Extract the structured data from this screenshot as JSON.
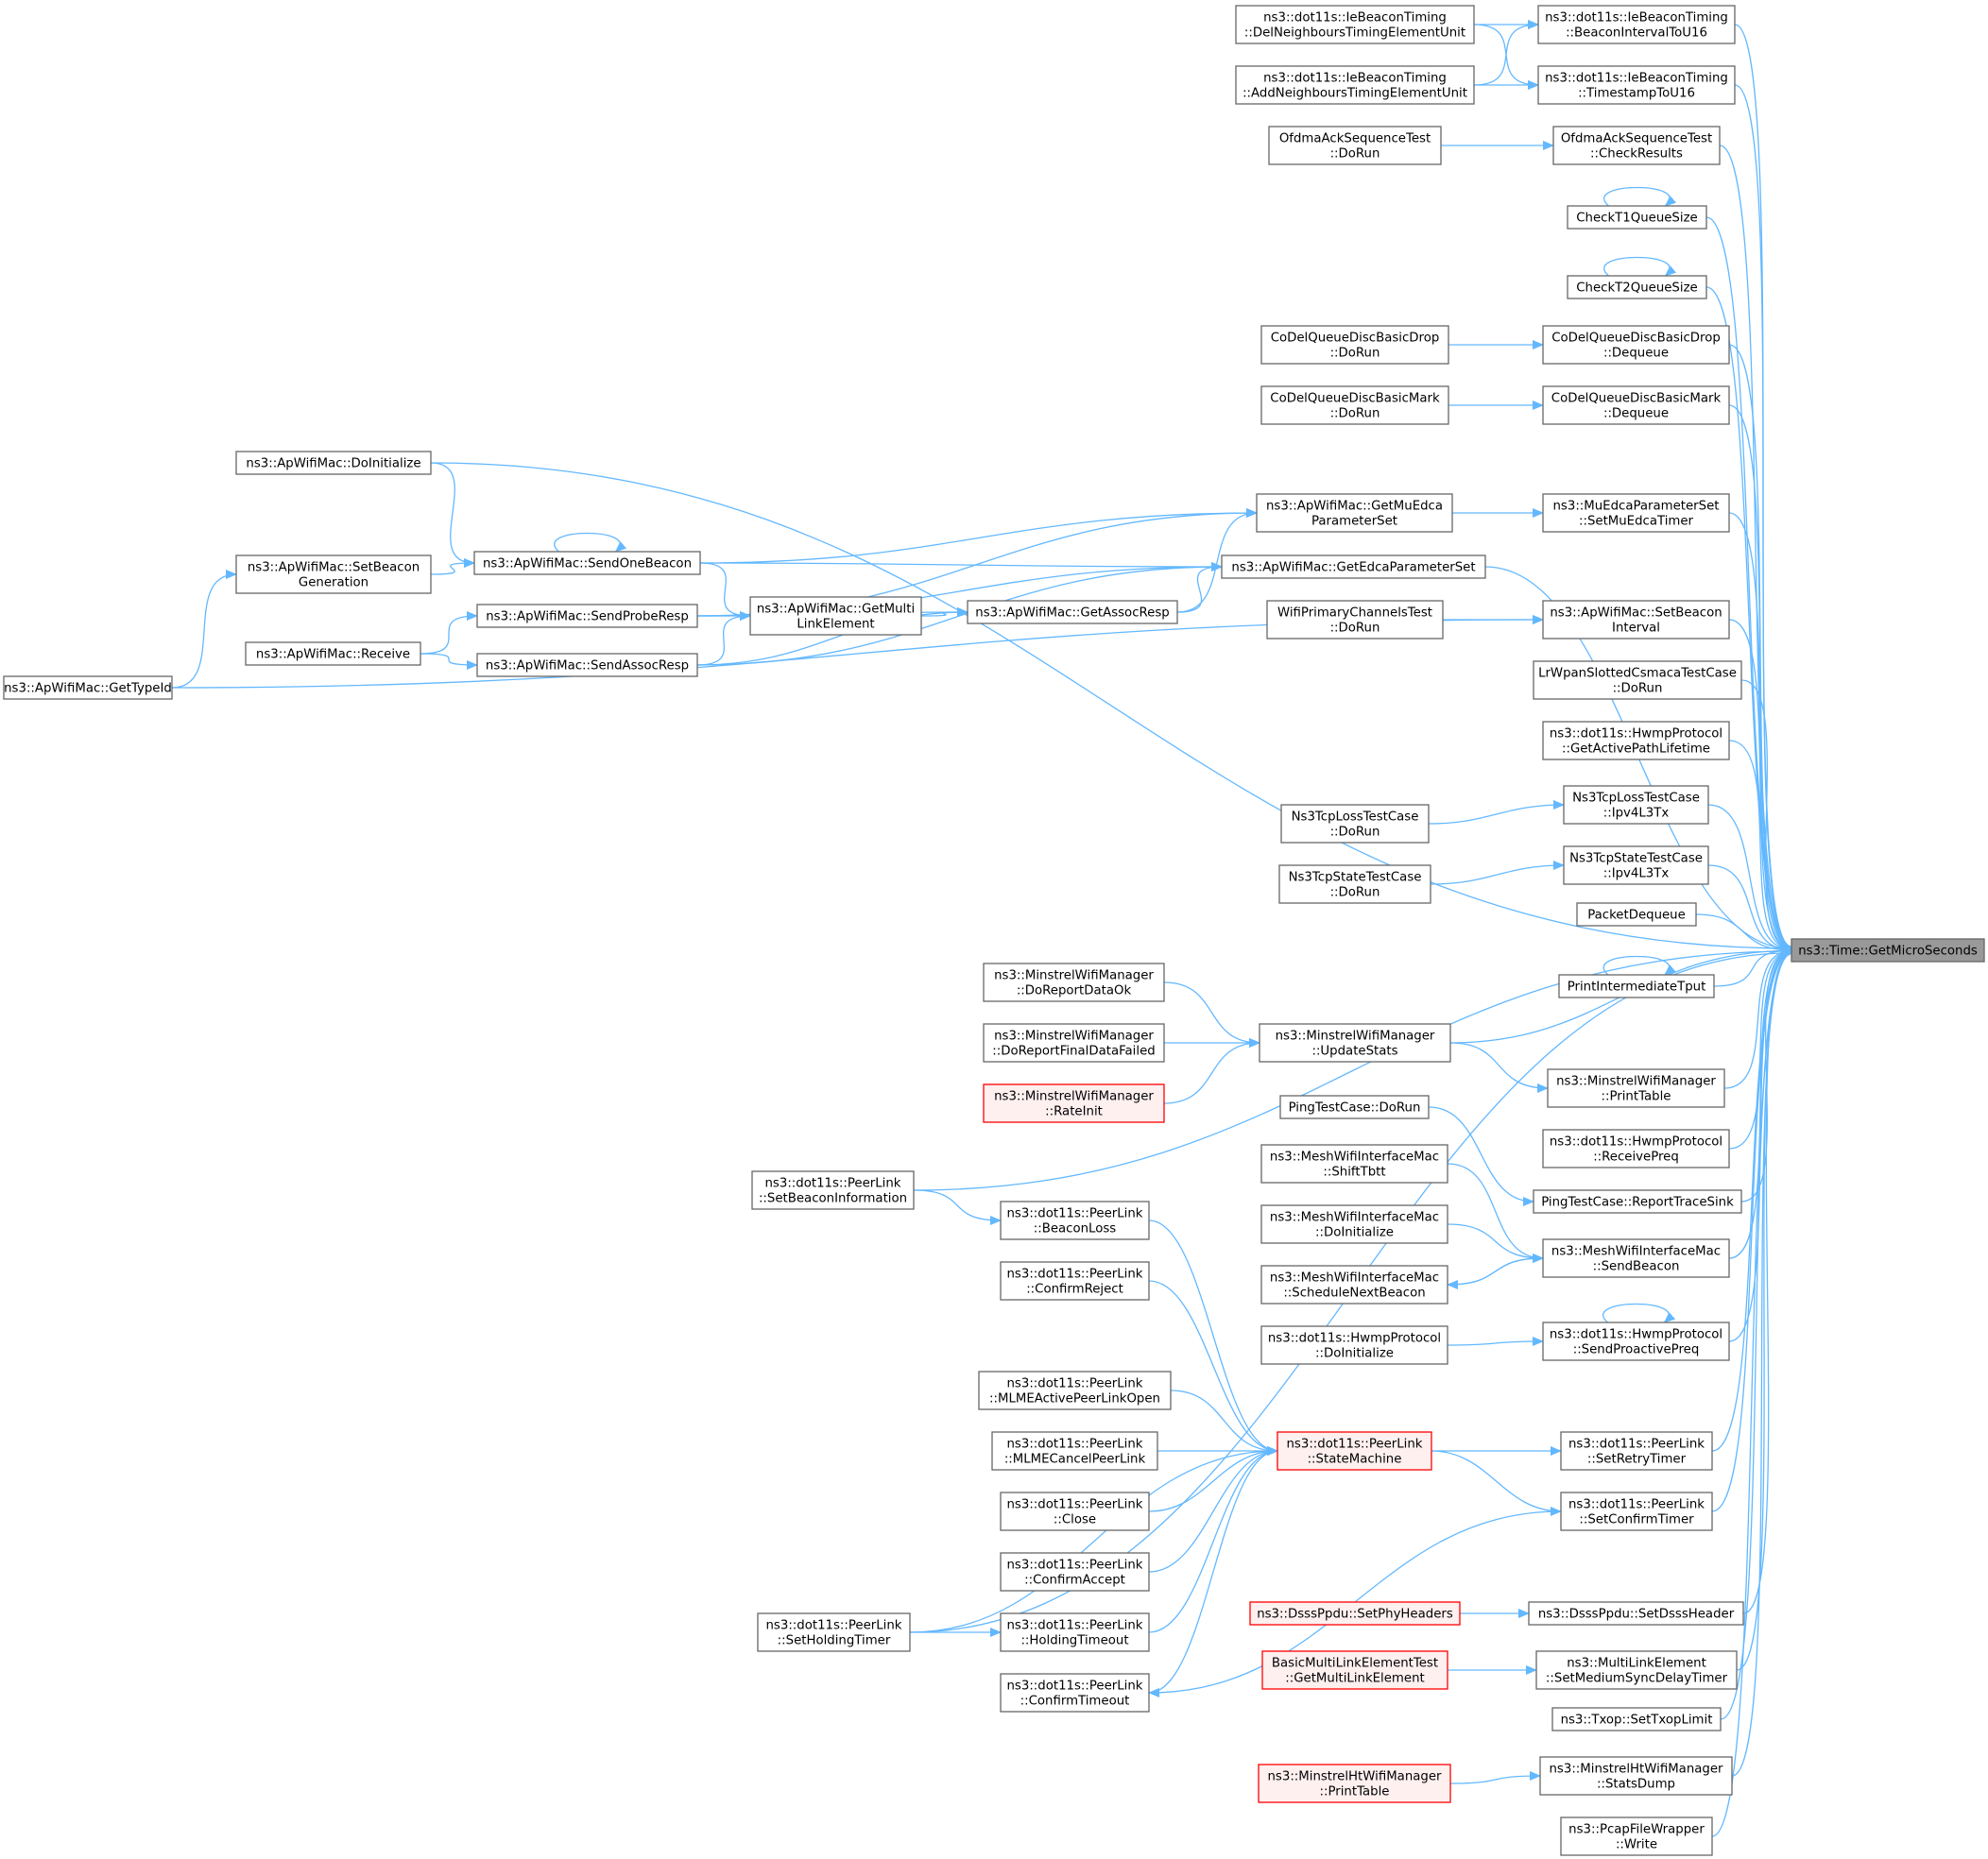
{
  "root": "n0",
  "colors": {
    "edge": "#63b8ff",
    "node_border": "#666666",
    "highlight_border": "#ff0000",
    "highlight_fill": "#fff0f0",
    "root_fill": "#999999"
  },
  "nodes": [
    {
      "id": "n0",
      "lines": [
        "ns3::Time::GetMicroSeconds"
      ],
      "style": "root"
    },
    {
      "id": "b1",
      "lines": [
        "ns3::dot11s::IeBeaconTiming",
        "::BeaconIntervalToU16"
      ]
    },
    {
      "id": "b2",
      "lines": [
        "ns3::dot11s::IeBeaconTiming",
        "::TimestampToU16"
      ]
    },
    {
      "id": "b3",
      "lines": [
        "OfdmaAckSequenceTest",
        "::CheckResults"
      ]
    },
    {
      "id": "b4",
      "lines": [
        "CheckT1QueueSize"
      ]
    },
    {
      "id": "b5",
      "lines": [
        "CheckT2QueueSize"
      ]
    },
    {
      "id": "b6",
      "lines": [
        "CoDelQueueDiscBasicDrop",
        "::Dequeue"
      ]
    },
    {
      "id": "b7",
      "lines": [
        "CoDelQueueDiscBasicMark",
        "::Dequeue"
      ]
    },
    {
      "id": "b8",
      "lines": [
        "ns3::MuEdcaParameterSet",
        "::SetMuEdcaTimer"
      ]
    },
    {
      "id": "b9",
      "lines": [
        "ns3::ApWifiMac::SetBeacon",
        "Interval"
      ]
    },
    {
      "id": "b10",
      "lines": [
        "LrWpanSlottedCsmacaTestCase",
        "::DoRun"
      ]
    },
    {
      "id": "b11",
      "lines": [
        "ns3::dot11s::HwmpProtocol",
        "::GetActivePathLifetime"
      ]
    },
    {
      "id": "b12",
      "lines": [
        "Ns3TcpLossTestCase",
        "::Ipv4L3Tx"
      ]
    },
    {
      "id": "b13",
      "lines": [
        "Ns3TcpStateTestCase",
        "::Ipv4L3Tx"
      ]
    },
    {
      "id": "b14",
      "lines": [
        "PacketDequeue"
      ]
    },
    {
      "id": "b15",
      "lines": [
        "PrintIntermediateTput"
      ]
    },
    {
      "id": "b16",
      "lines": [
        "ns3::MinstrelWifiManager",
        "::PrintTable"
      ]
    },
    {
      "id": "b17",
      "lines": [
        "ns3::dot11s::HwmpProtocol",
        "::ReceivePreq"
      ]
    },
    {
      "id": "b18",
      "lines": [
        "PingTestCase::ReportTraceSink"
      ]
    },
    {
      "id": "b19",
      "lines": [
        "ns3::MeshWifiInterfaceMac",
        "::SendBeacon"
      ]
    },
    {
      "id": "b20",
      "lines": [
        "ns3::dot11s::HwmpProtocol",
        "::SendProactivePreq"
      ]
    },
    {
      "id": "b21",
      "lines": [
        "ns3::dot11s::PeerLink",
        "::SetRetryTimer"
      ]
    },
    {
      "id": "b22",
      "lines": [
        "ns3::dot11s::PeerLink",
        "::SetConfirmTimer"
      ]
    },
    {
      "id": "b23",
      "lines": [
        "ns3::DsssPpdu::SetDsssHeader"
      ]
    },
    {
      "id": "b24",
      "lines": [
        "ns3::MultiLinkElement",
        "::SetMediumSyncDelayTimer"
      ]
    },
    {
      "id": "b25",
      "lines": [
        "ns3::Txop::SetTxopLimit"
      ]
    },
    {
      "id": "b26",
      "lines": [
        "ns3::MinstrelHtWifiManager",
        "::StatsDump"
      ]
    },
    {
      "id": "b27",
      "lines": [
        "ns3::PcapFileWrapper",
        "::Write"
      ]
    },
    {
      "id": "c1",
      "lines": [
        "ns3::dot11s::IeBeaconTiming",
        "::DelNeighboursTimingElementUnit"
      ]
    },
    {
      "id": "c2",
      "lines": [
        "ns3::dot11s::IeBeaconTiming",
        "::AddNeighboursTimingElementUnit"
      ]
    },
    {
      "id": "c3",
      "lines": [
        "OfdmaAckSequenceTest",
        "::DoRun"
      ]
    },
    {
      "id": "c4",
      "lines": [
        "CoDelQueueDiscBasicDrop",
        "::DoRun"
      ]
    },
    {
      "id": "c5",
      "lines": [
        "CoDelQueueDiscBasicMark",
        "::DoRun"
      ]
    },
    {
      "id": "c6",
      "lines": [
        "ns3::ApWifiMac::GetMuEdca",
        "ParameterSet"
      ]
    },
    {
      "id": "c7",
      "lines": [
        "ns3::ApWifiMac::GetEdcaParameterSet"
      ]
    },
    {
      "id": "c8",
      "lines": [
        "WifiPrimaryChannelsTest",
        "::DoRun"
      ]
    },
    {
      "id": "c9",
      "lines": [
        "Ns3TcpLossTestCase",
        "::DoRun"
      ]
    },
    {
      "id": "c10",
      "lines": [
        "Ns3TcpStateTestCase",
        "::DoRun"
      ]
    },
    {
      "id": "c11",
      "lines": [
        "ns3::MinstrelWifiManager",
        "::UpdateStats"
      ]
    },
    {
      "id": "c12",
      "lines": [
        "PingTestCase::DoRun"
      ]
    },
    {
      "id": "c13",
      "lines": [
        "ns3::MeshWifiInterfaceMac",
        "::ShiftTbtt"
      ]
    },
    {
      "id": "c14",
      "lines": [
        "ns3::MeshWifiInterfaceMac",
        "::DoInitialize"
      ]
    },
    {
      "id": "c15",
      "lines": [
        "ns3::MeshWifiInterfaceMac",
        "::ScheduleNextBeacon"
      ]
    },
    {
      "id": "c16",
      "lines": [
        "ns3::dot11s::HwmpProtocol",
        "::DoInitialize"
      ]
    },
    {
      "id": "c17",
      "lines": [
        "ns3::dot11s::PeerLink",
        "::StateMachine"
      ],
      "style": "red"
    },
    {
      "id": "c18",
      "lines": [
        "ns3::DsssPpdu::SetPhyHeaders"
      ],
      "style": "red"
    },
    {
      "id": "c19",
      "lines": [
        "BasicMultiLinkElementTest",
        "::GetMultiLinkElement"
      ],
      "style": "red"
    },
    {
      "id": "c20",
      "lines": [
        "ns3::MinstrelHtWifiManager",
        "::PrintTable"
      ],
      "style": "red"
    },
    {
      "id": "d1",
      "lines": [
        "ns3::ApWifiMac::GetAssocResp"
      ]
    },
    {
      "id": "d2",
      "lines": [
        "ns3::MinstrelWifiManager",
        "::DoReportDataOk"
      ]
    },
    {
      "id": "d3",
      "lines": [
        "ns3::MinstrelWifiManager",
        "::DoReportFinalDataFailed"
      ]
    },
    {
      "id": "d4",
      "lines": [
        "ns3::MinstrelWifiManager",
        "::RateInit"
      ],
      "style": "red"
    },
    {
      "id": "d5",
      "lines": [
        "ns3::dot11s::PeerLink",
        "::BeaconLoss"
      ]
    },
    {
      "id": "d6",
      "lines": [
        "ns3::dot11s::PeerLink",
        "::ConfirmReject"
      ]
    },
    {
      "id": "d7",
      "lines": [
        "ns3::dot11s::PeerLink",
        "::MLMEActivePeerLinkOpen"
      ]
    },
    {
      "id": "d8",
      "lines": [
        "ns3::dot11s::PeerLink",
        "::MLMECancelPeerLink"
      ]
    },
    {
      "id": "d9",
      "lines": [
        "ns3::dot11s::PeerLink",
        "::Close"
      ]
    },
    {
      "id": "d10",
      "lines": [
        "ns3::dot11s::PeerLink",
        "::ConfirmAccept"
      ]
    },
    {
      "id": "d11",
      "lines": [
        "ns3::dot11s::PeerLink",
        "::HoldingTimeout"
      ]
    },
    {
      "id": "d12",
      "lines": [
        "ns3::dot11s::PeerLink",
        "::ConfirmTimeout"
      ]
    },
    {
      "id": "e1",
      "lines": [
        "ns3::ApWifiMac::GetMulti",
        "LinkElement"
      ]
    },
    {
      "id": "f1",
      "lines": [
        "ns3::ApWifiMac::SendOneBeacon"
      ]
    },
    {
      "id": "f2",
      "lines": [
        "ns3::ApWifiMac::SendProbeResp"
      ]
    },
    {
      "id": "f3",
      "lines": [
        "ns3::ApWifiMac::SendAssocResp"
      ]
    },
    {
      "id": "g1",
      "lines": [
        "ns3::ApWifiMac::DoInitialize"
      ]
    },
    {
      "id": "g2",
      "lines": [
        "ns3::ApWifiMac::SetBeacon",
        "Generation"
      ]
    },
    {
      "id": "g3",
      "lines": [
        "ns3::ApWifiMac::Receive"
      ]
    },
    {
      "id": "h1",
      "lines": [
        "ns3::ApWifiMac::GetTypeId"
      ]
    },
    {
      "id": "e2",
      "lines": [
        "ns3::dot11s::PeerLink",
        "::SetBeaconInformation"
      ]
    },
    {
      "id": "e3",
      "lines": [
        "ns3::dot11s::PeerLink",
        "::SetHoldingTimer"
      ]
    }
  ],
  "edges": [
    [
      "b1",
      "n0"
    ],
    [
      "b2",
      "n0"
    ],
    [
      "b3",
      "n0"
    ],
    [
      "b4",
      "n0"
    ],
    [
      "b5",
      "n0"
    ],
    [
      "b6",
      "n0"
    ],
    [
      "b7",
      "n0"
    ],
    [
      "g1",
      "n0"
    ],
    [
      "b8",
      "n0"
    ],
    [
      "c7",
      "n0"
    ],
    [
      "b9",
      "n0"
    ],
    [
      "b10",
      "n0"
    ],
    [
      "b11",
      "n0"
    ],
    [
      "b12",
      "n0"
    ],
    [
      "b13",
      "n0"
    ],
    [
      "b14",
      "n0"
    ],
    [
      "b15",
      "n0"
    ],
    [
      "c11",
      "n0"
    ],
    [
      "b16",
      "n0"
    ],
    [
      "b17",
      "n0"
    ],
    [
      "b18",
      "n0"
    ],
    [
      "b19",
      "n0"
    ],
    [
      "b20",
      "n0"
    ],
    [
      "e2",
      "n0"
    ],
    [
      "b21",
      "n0"
    ],
    [
      "b22",
      "n0"
    ],
    [
      "e3",
      "n0"
    ],
    [
      "b23",
      "n0"
    ],
    [
      "b24",
      "n0"
    ],
    [
      "b25",
      "n0"
    ],
    [
      "b26",
      "n0"
    ],
    [
      "b27",
      "n0"
    ],
    [
      "c1",
      "b1"
    ],
    [
      "c2",
      "b1"
    ],
    [
      "c1",
      "b2"
    ],
    [
      "c2",
      "b2"
    ],
    [
      "c3",
      "b3"
    ],
    [
      "b4",
      "b4"
    ],
    [
      "b5",
      "b5"
    ],
    [
      "c4",
      "b6"
    ],
    [
      "c5",
      "b7"
    ],
    [
      "c6",
      "b8"
    ],
    [
      "c8",
      "b9"
    ],
    [
      "h1",
      "b9"
    ],
    [
      "c9",
      "b12"
    ],
    [
      "c10",
      "b13"
    ],
    [
      "b15",
      "b15"
    ],
    [
      "c11",
      "b16"
    ],
    [
      "c12",
      "b18"
    ],
    [
      "c13",
      "b19"
    ],
    [
      "c14",
      "b19"
    ],
    [
      "c15",
      "b19"
    ],
    [
      "b19",
      "c15"
    ],
    [
      "c16",
      "b20"
    ],
    [
      "b20",
      "b20"
    ],
    [
      "c17",
      "b21"
    ],
    [
      "c17",
      "b22"
    ],
    [
      "c18",
      "b23"
    ],
    [
      "c19",
      "b24"
    ],
    [
      "c20",
      "b26"
    ],
    [
      "f1",
      "c6"
    ],
    [
      "f2",
      "c6"
    ],
    [
      "d1",
      "c6"
    ],
    [
      "f1",
      "c7"
    ],
    [
      "d1",
      "c7"
    ],
    [
      "f2",
      "c7"
    ],
    [
      "f3",
      "c7"
    ],
    [
      "d2",
      "c11"
    ],
    [
      "d3",
      "c11"
    ],
    [
      "d4",
      "c11"
    ],
    [
      "d5",
      "c17"
    ],
    [
      "d6",
      "c17"
    ],
    [
      "d7",
      "c17"
    ],
    [
      "d8",
      "c17"
    ],
    [
      "d9",
      "c17"
    ],
    [
      "d10",
      "c17"
    ],
    [
      "d11",
      "c17"
    ],
    [
      "d12",
      "c17"
    ],
    [
      "e3",
      "c17"
    ],
    [
      "b22",
      "d12"
    ],
    [
      "e1",
      "d1"
    ],
    [
      "f2",
      "d1"
    ],
    [
      "f3",
      "d1"
    ],
    [
      "f1",
      "e1"
    ],
    [
      "f2",
      "e1"
    ],
    [
      "f3",
      "e1"
    ],
    [
      "g1",
      "f1"
    ],
    [
      "f1",
      "f1"
    ],
    [
      "g2",
      "f1"
    ],
    [
      "g3",
      "f2"
    ],
    [
      "g3",
      "f3"
    ],
    [
      "h1",
      "g2"
    ],
    [
      "e2",
      "d5"
    ],
    [
      "e3",
      "d11"
    ]
  ]
}
